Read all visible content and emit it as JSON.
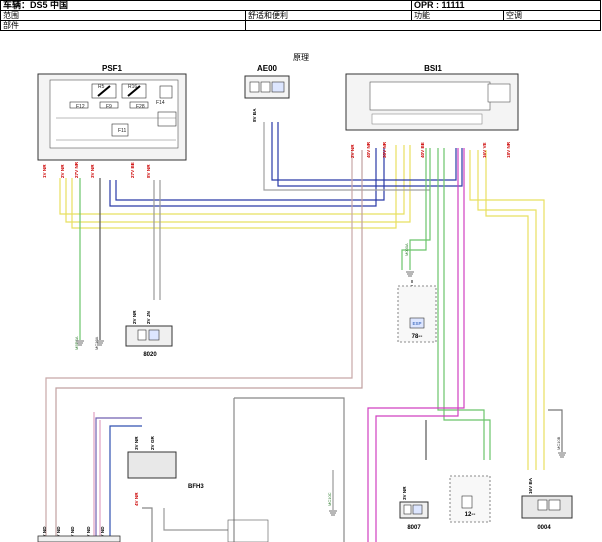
{
  "header": {
    "vehicle": "车辆：DS5 中国",
    "opr": "OPR : 11111",
    "scope_label": "范围",
    "scope_value": "舒适和便利",
    "function_label": "功能",
    "function_value": "空调",
    "part_label": "部件"
  },
  "title": "原理",
  "components": {
    "psf1": {
      "name": "PSF1",
      "fuses": [
        "F12",
        "F9",
        "F28",
        "F14",
        "F11"
      ],
      "relays": [
        "R5",
        "R16"
      ],
      "pins": [
        "1V NR",
        "2V NR",
        "3V NR",
        "27V NR",
        "27V BE",
        "8V NR"
      ]
    },
    "ae00": {
      "name": "AE00",
      "pins": [
        "8V BA"
      ]
    },
    "bsi1": {
      "name": "BSI1",
      "pins": [
        "2V NR",
        "40V NR",
        "30V NR",
        "40V BE",
        "16V VE",
        "18V NR"
      ]
    },
    "c8020": {
      "name": "8020",
      "pins": [
        "2V NR",
        "2V JN"
      ]
    },
    "c78": {
      "name": "78--",
      "label": "ESP"
    },
    "bfh3": {
      "name": "BFH3",
      "pins": [
        "3V NR",
        "2V GR",
        "4V NR"
      ]
    },
    "c8007": {
      "name": "8007",
      "pins": [
        "3V NR"
      ]
    },
    "c12": {
      "name": "12--"
    },
    "c0004": {
      "name": "0004",
      "pins": [
        "16V BA"
      ]
    }
  },
  "wires": [
    "M5PSA",
    "MC10A",
    "M000A",
    "MC10B",
    "MC10C"
  ],
  "bottom_pins": [
    "1V ND",
    "1V ND",
    "1V ND",
    "1V ND",
    "1V ND"
  ]
}
